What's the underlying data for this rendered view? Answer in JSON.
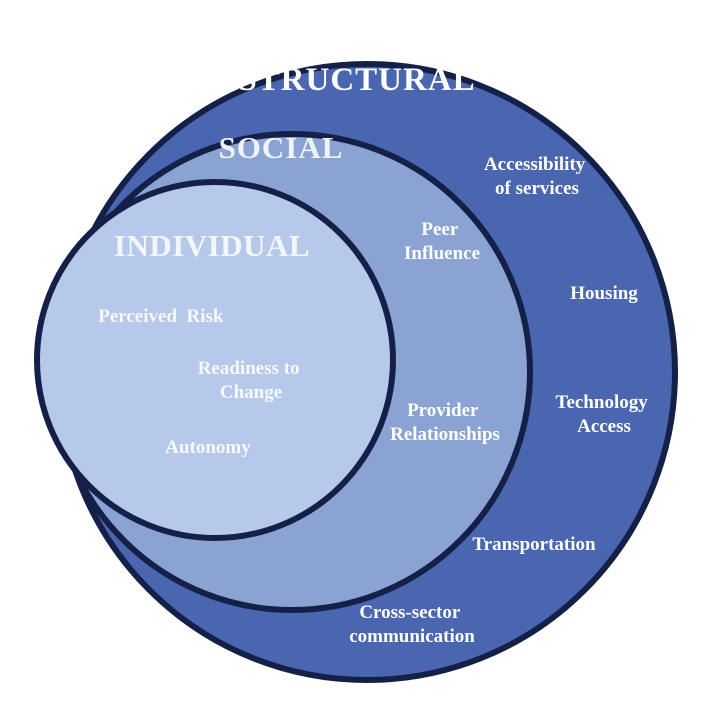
{
  "colors": {
    "structural_fill": "#4a66b0",
    "social_fill": "#8ba3d2",
    "individual_fill": "#b7c9ea",
    "ring_stroke": "#142048",
    "label_color": "#ffffff"
  },
  "structural": {
    "title": "STRUCTURAL",
    "items": [
      [
        "Accessibility",
        "of services"
      ],
      [
        "Housing"
      ],
      [
        "Technology",
        "Access"
      ],
      [
        "Transportation"
      ],
      [
        "Cross-sector",
        "communication"
      ]
    ]
  },
  "social": {
    "title": "SOCIAL",
    "items": [
      [
        "Peer",
        "Influence"
      ],
      [
        "Provider",
        "Relationships"
      ]
    ]
  },
  "individual": {
    "title": "INDIVIDUAL",
    "items": [
      [
        "Perceived  Risk"
      ],
      [
        "Readiness to",
        "Change"
      ],
      [
        "Autonomy"
      ]
    ]
  }
}
